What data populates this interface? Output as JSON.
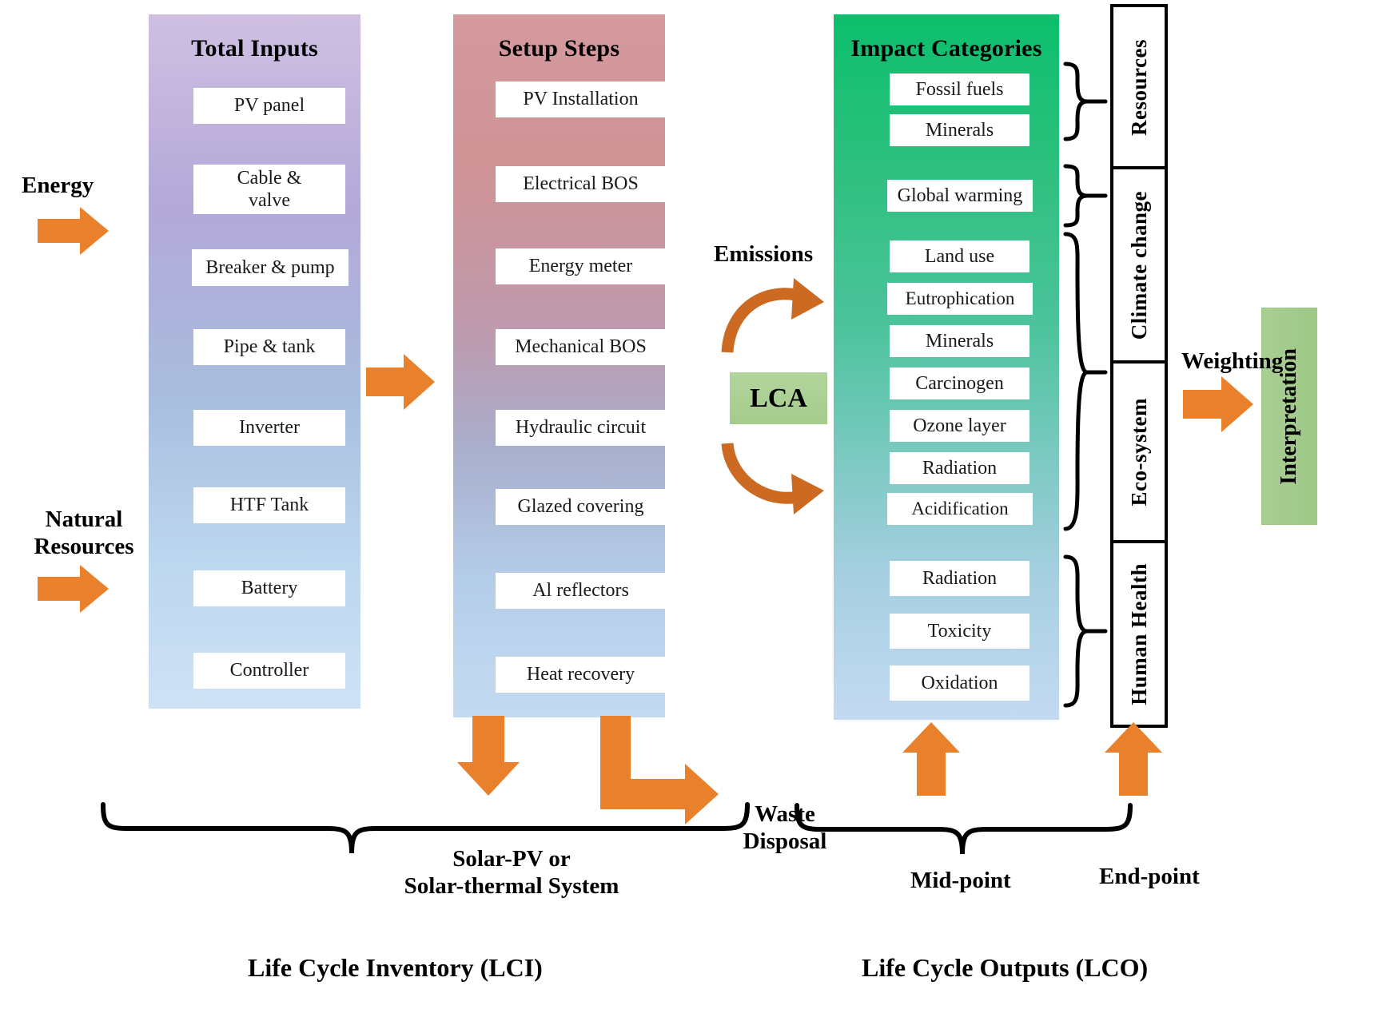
{
  "diagram": {
    "title": "Life Cycle Assessment framework for Solar-PV / Solar-thermal systems",
    "accent_orange": "#e8802c",
    "inputs_gradient_top": "#cfc0e2",
    "setup_gradient_top": "#d49a9d",
    "impact_gradient_top": "#0bbf6c",
    "lca_box_color": "#a9ce92"
  },
  "columns": {
    "inputs": {
      "title": "Total Inputs",
      "items": [
        "PV panel",
        "Cable &\nvalve",
        "Breaker & pump",
        "Pipe & tank",
        "Inverter",
        "HTF Tank",
        "Battery",
        "Controller"
      ]
    },
    "setup": {
      "title": "Setup Steps",
      "items": [
        "PV Installation",
        "Electrical BOS",
        "Energy meter",
        "Mechanical BOS",
        "Hydraulic circuit",
        "Glazed covering",
        "Al reflectors",
        "Heat recovery"
      ]
    },
    "impact": {
      "title": "Impact Categories",
      "groups": [
        {
          "name": "Resources",
          "items": [
            "Fossil fuels",
            "Minerals"
          ]
        },
        {
          "name": "Climate change",
          "items": [
            "Global warming"
          ]
        },
        {
          "name": "Eco-system",
          "items": [
            "Land use",
            "Eutrophication",
            "Minerals",
            "Carcinogen",
            "Ozone layer",
            "Radiation",
            "Acidification"
          ]
        },
        {
          "name": "Human Health",
          "items": [
            "Radiation",
            "Toxicity",
            "Oxidation"
          ]
        }
      ]
    }
  },
  "endpoint_boxes": [
    "Resources",
    "Climate change",
    "Eco-system",
    "Human Health"
  ],
  "labels": {
    "energy": "Energy",
    "natural_resources": "Natural\nResources",
    "emissions": "Emissions",
    "lca": "LCA",
    "weighting": "Weighting",
    "interpretation": "Interpretation",
    "system_output": "Solar-PV or\nSolar-thermal System",
    "waste_disposal": "Waste\nDisposal",
    "mid_point": "Mid-point",
    "end_point": "End-point",
    "lci": "Life Cycle Inventory (LCI)",
    "lco": "Life Cycle Outputs (LCO)"
  }
}
